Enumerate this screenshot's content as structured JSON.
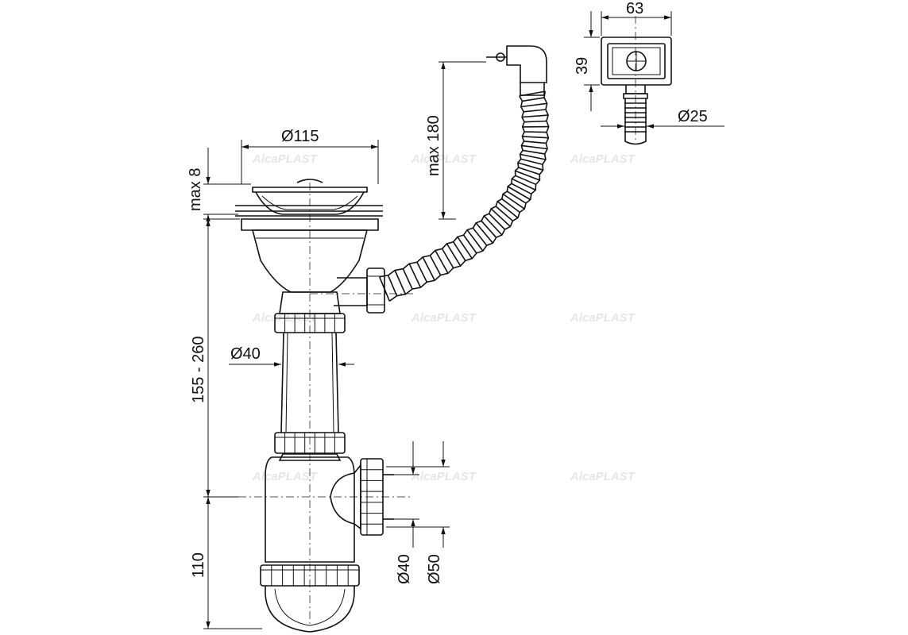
{
  "watermark": "AlcaPLAST",
  "dimensions": {
    "top_width": "63",
    "top_height": "39",
    "hose_diameter": "Ø25",
    "strainer_diameter": "Ø115",
    "flange_height": "max 8",
    "hose_rise": "max 180",
    "pipe_diameter": "Ø40",
    "body_height": "155 - 260",
    "trap_height": "110",
    "outlet_inner": "Ø40",
    "outlet_outer": "Ø50"
  },
  "colors": {
    "line": "#111111",
    "watermark": "#e6e6e6"
  }
}
